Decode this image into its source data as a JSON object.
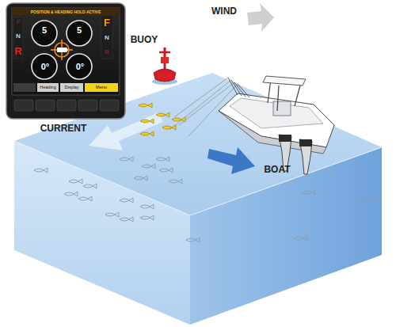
{
  "diagram": {
    "labels": [
      "WIND",
      "BUOY",
      "CURRENT",
      "BOAT",
      "POSITION & HEADING HOLD ACTIVE",
      "F",
      "N",
      "R",
      "F",
      "N",
      "R",
      "5",
      "5",
      "0°",
      "0°",
      "Heading",
      "Display",
      "Menu"
    ]
  }
}
